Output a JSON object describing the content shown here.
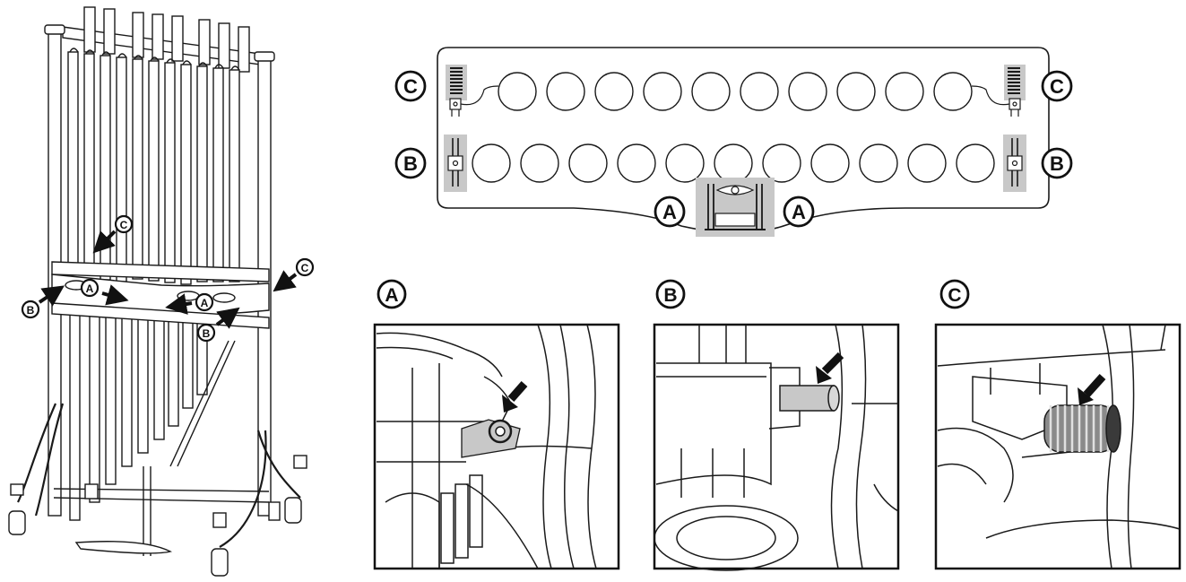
{
  "labels": {
    "a": "A",
    "b": "B",
    "c": "C"
  },
  "colors": {
    "line": "#1a1a1a",
    "shade": "#c8c8c8",
    "arrow": "#1a1a1a"
  }
}
